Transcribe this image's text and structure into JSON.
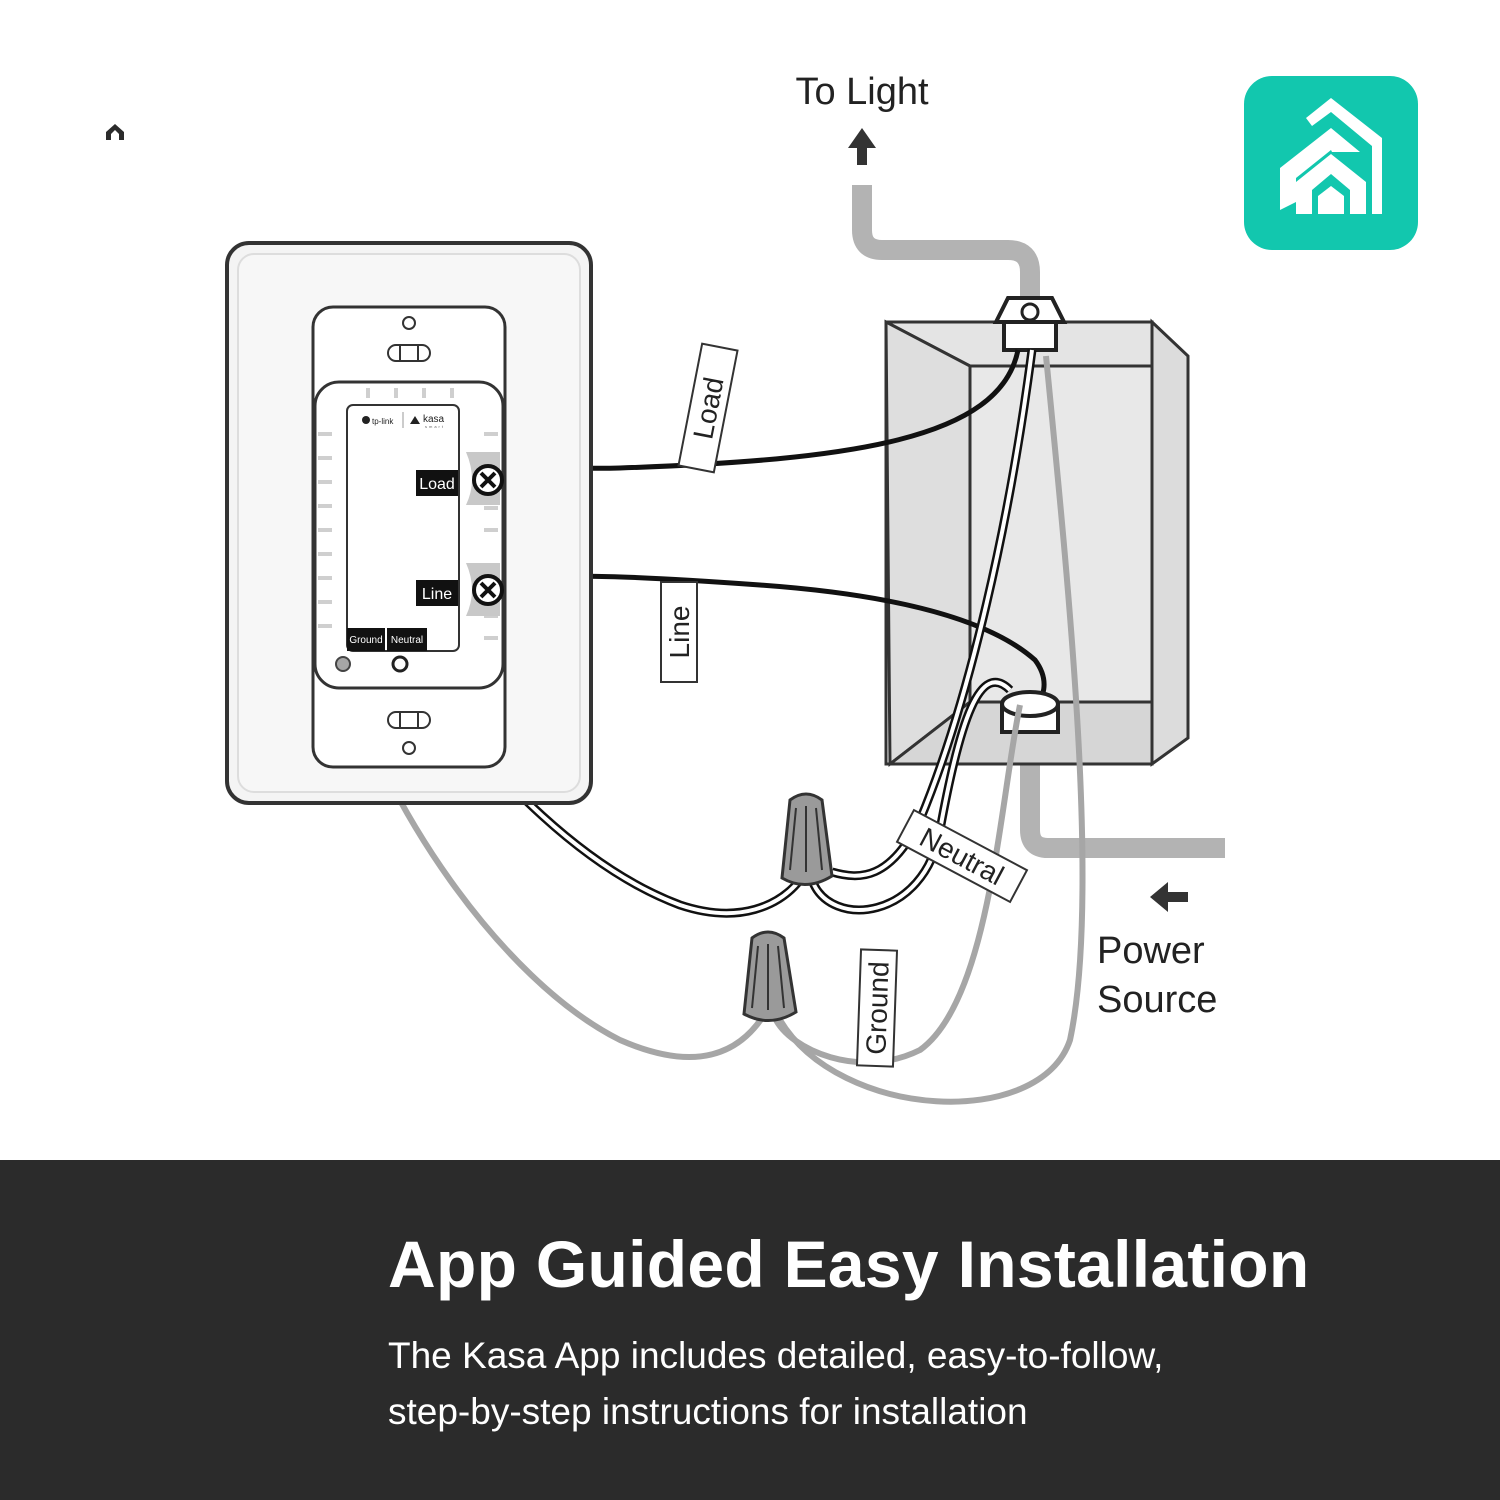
{
  "diagram": {
    "labels": {
      "to_light": "To Light",
      "power_source_line1": "Power",
      "power_source_line2": "Source"
    },
    "switch": {
      "brand": "tp-link",
      "product": "kasa",
      "product_sub": "smart",
      "terminal_load": "Load",
      "terminal_line": "Line",
      "terminal_ground": "Ground",
      "terminal_neutral": "Neutral"
    },
    "wire_tags": {
      "load": "Load",
      "line": "Line",
      "neutral": "Neutral",
      "ground": "Ground"
    },
    "app_icon": {
      "name": "kasa-app-icon",
      "color": "#12c7ae"
    }
  },
  "banner": {
    "title": "App Guided Easy Installation",
    "description_line1": "The Kasa App includes detailed, easy-to-follow,",
    "description_line2": "step-by-step instructions for installation",
    "background": "#2b2b2b"
  }
}
